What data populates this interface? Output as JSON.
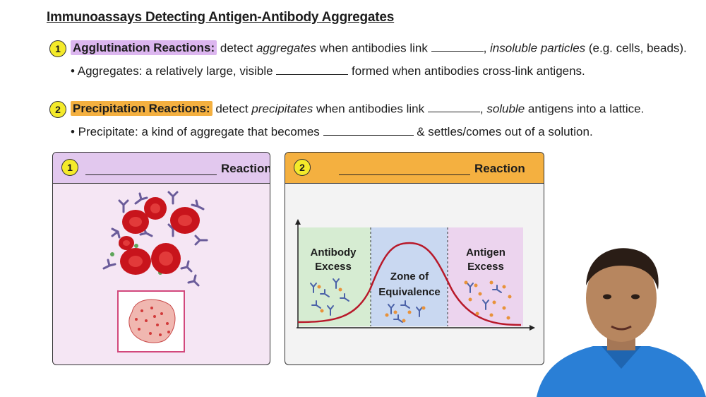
{
  "title": "Immunoassays Detecting Antigen-Antibody Aggregates",
  "item1": {
    "number": "1",
    "term": "Agglutination Reactions:",
    "text_a": " detect ",
    "text_b": "aggregates",
    "text_c": " when antibodies link ",
    "text_d": ", ",
    "text_e": "insoluble particles",
    "text_f": " (e.g. cells, beads).",
    "bullet_a": "• Aggregates: a relatively large, visible ",
    "bullet_b": " formed when antibodies cross-link antigens."
  },
  "item2": {
    "number": "2",
    "term": "Precipitation Reactions:",
    "text_a": " detect ",
    "text_b": "precipitates",
    "text_c": " when antibodies link ",
    "text_d": ", ",
    "text_e": "soluble",
    "text_f": " antigens into a lattice.",
    "bullet_a": "• Precipitate: a kind of aggregate that becomes ",
    "bullet_b": " & settles/comes out of a solution."
  },
  "panel1": {
    "number": "1",
    "label": "Reaction"
  },
  "panel2": {
    "number": "2",
    "label": "Reaction"
  },
  "chart": {
    "zone_left_line1": "Antibody",
    "zone_left_line2": "Excess",
    "zone_mid_line1": "Zone of",
    "zone_mid_line2": "Equivalence",
    "zone_right_line1": "Antigen",
    "zone_right_line2": "Excess"
  },
  "colors": {
    "purple": "#dcb6ef",
    "orange": "#f4b040",
    "yellow_badge": "#f4ea2a",
    "zone_green": "#d6ecd2",
    "zone_blue": "#c9d8f1",
    "zone_pink": "#ecd4ee",
    "curve": "#b8192a",
    "rbc": "#c8141c",
    "shirt": "#2a7fd6"
  }
}
